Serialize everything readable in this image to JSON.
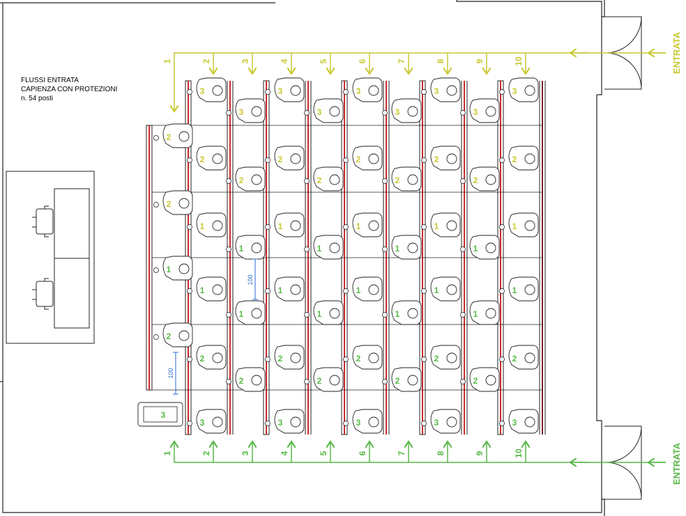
{
  "legend": {
    "title": "FLUSSI ENTRATA",
    "capacity_label": "CAPIENZA CON PROTEZIONI",
    "seats_count": "n. 54 posti"
  },
  "entrances": {
    "top_label": "ENTRATA",
    "bottom_label": "ENTRATA"
  },
  "paths": {
    "top_numbers": [
      "1",
      "2",
      "3",
      "4",
      "5",
      "6",
      "7",
      "8",
      "9",
      "10"
    ],
    "bottom_numbers": [
      "1",
      "2",
      "3",
      "4",
      "5",
      "6",
      "7",
      "8",
      "9",
      "10"
    ]
  },
  "dimensions": {
    "spacing_a": "100",
    "spacing_b": "100"
  },
  "seat_groups": {
    "top_row": "3",
    "upper_half": "2",
    "middle_half": "1",
    "lower_half": "2",
    "bottom_row": "3"
  },
  "colors": {
    "yellow_flow": "#c8c832",
    "green_flow": "#58b848",
    "desk_red": "#cc2a2a",
    "dimension_blue": "#2a6acc",
    "outline": "#222222"
  }
}
